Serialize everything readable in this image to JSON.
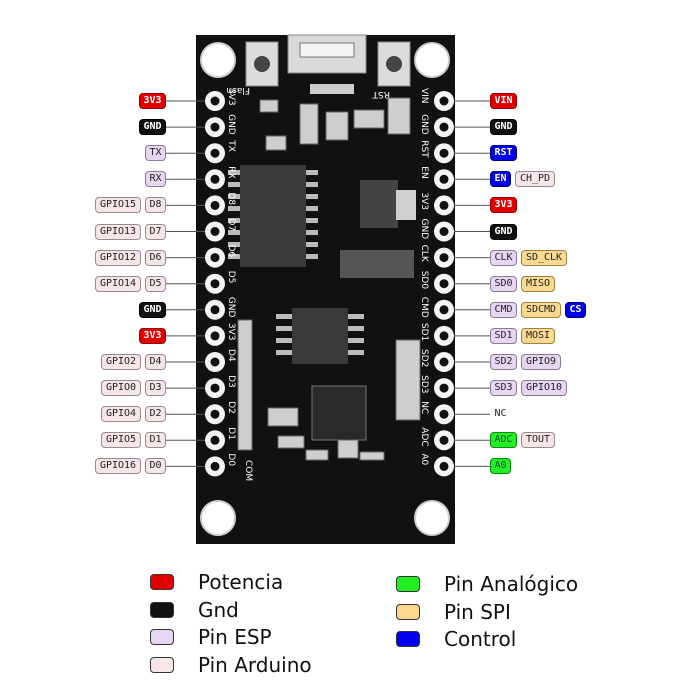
{
  "colors": {
    "potencia": "#e00000",
    "gnd": "#111111",
    "pin_esp": "#e6d6f2",
    "pin_arduino": "#f6e6e8",
    "pin_analogico": "#22ee22",
    "pin_spi": "#fbd98f",
    "control": "#0000ee",
    "board": "#111111"
  },
  "board": {
    "flash_label": "Flash",
    "rst_label": "RST",
    "com_label": "COM",
    "left_silk": [
      "3V3",
      "GND",
      "TX",
      "RX",
      "D8",
      "D7",
      "D6",
      "D5",
      "GND",
      "3V3",
      "D4",
      "D3",
      "D2",
      "D1",
      "D0"
    ],
    "right_silk": [
      "VIN",
      "GND",
      "RST",
      "EN",
      "3V3",
      "GND",
      "CLK",
      "SD0",
      "CMD",
      "SD1",
      "SD2",
      "SD3",
      "NC",
      "ADC",
      "A0"
    ]
  },
  "left_pins": [
    [
      {
        "text": "3V3",
        "kind": "red"
      }
    ],
    [
      {
        "text": "GND",
        "kind": "black"
      }
    ],
    [
      {
        "text": "TX",
        "kind": "esp"
      }
    ],
    [
      {
        "text": "RX",
        "kind": "esp"
      }
    ],
    [
      {
        "text": "GPIO15",
        "kind": "ard"
      },
      {
        "text": "D8",
        "kind": "ard"
      }
    ],
    [
      {
        "text": "GPIO13",
        "kind": "ard"
      },
      {
        "text": "D7",
        "kind": "ard"
      }
    ],
    [
      {
        "text": "GPIO12",
        "kind": "ard"
      },
      {
        "text": "D6",
        "kind": "ard"
      }
    ],
    [
      {
        "text": "GPIO14",
        "kind": "ard"
      },
      {
        "text": "D5",
        "kind": "ard"
      }
    ],
    [
      {
        "text": "GND",
        "kind": "black"
      }
    ],
    [
      {
        "text": "3V3",
        "kind": "red"
      }
    ],
    [
      {
        "text": "GPIO2",
        "kind": "ard"
      },
      {
        "text": "D4",
        "kind": "ard"
      }
    ],
    [
      {
        "text": "GPIO0",
        "kind": "ard"
      },
      {
        "text": "D3",
        "kind": "ard"
      }
    ],
    [
      {
        "text": "GPIO4",
        "kind": "ard"
      },
      {
        "text": "D2",
        "kind": "ard"
      }
    ],
    [
      {
        "text": "GPIO5",
        "kind": "ard"
      },
      {
        "text": "D1",
        "kind": "ard"
      }
    ],
    [
      {
        "text": "GPIO16",
        "kind": "ard"
      },
      {
        "text": "D0",
        "kind": "ard"
      }
    ]
  ],
  "right_pins": [
    [
      {
        "text": "VIN",
        "kind": "red"
      }
    ],
    [
      {
        "text": "GND",
        "kind": "black"
      }
    ],
    [
      {
        "text": "RST",
        "kind": "blue"
      }
    ],
    [
      {
        "text": "EN",
        "kind": "blue"
      },
      {
        "text": "CH_PD",
        "kind": "ard"
      }
    ],
    [
      {
        "text": "3V3",
        "kind": "red"
      }
    ],
    [
      {
        "text": "GND",
        "kind": "black"
      }
    ],
    [
      {
        "text": "CLK",
        "kind": "esp"
      },
      {
        "text": "SD_CLK",
        "kind": "spi"
      }
    ],
    [
      {
        "text": "SD0",
        "kind": "esp"
      },
      {
        "text": "MISO",
        "kind": "spi"
      }
    ],
    [
      {
        "text": "CMD",
        "kind": "esp"
      },
      {
        "text": "SDCMD",
        "kind": "spi"
      },
      {
        "text": "CS",
        "kind": "blue"
      }
    ],
    [
      {
        "text": "SD1",
        "kind": "esp"
      },
      {
        "text": "MOSI",
        "kind": "spi"
      }
    ],
    [
      {
        "text": "SD2",
        "kind": "esp"
      },
      {
        "text": "GPIO9",
        "kind": "esp"
      }
    ],
    [
      {
        "text": "SD3",
        "kind": "esp"
      },
      {
        "text": "GPIO10",
        "kind": "esp"
      }
    ],
    [
      {
        "text": "NC",
        "kind": "plain"
      }
    ],
    [
      {
        "text": "ADC",
        "kind": "green"
      },
      {
        "text": "TOUT",
        "kind": "ard"
      }
    ],
    [
      {
        "text": "A0",
        "kind": "green"
      }
    ]
  ],
  "legend": [
    {
      "label": "Potencia",
      "color": "#e00000"
    },
    {
      "label": "Gnd",
      "color": "#111111"
    },
    {
      "label": "Pin ESP",
      "color": "#e6d6f2"
    },
    {
      "label": "Pin Arduino",
      "color": "#f6e6e8"
    },
    {
      "label": "Pin Analógico",
      "color": "#22ee22"
    },
    {
      "label": "Pin SPI",
      "color": "#fbd98f"
    },
    {
      "label": "Control",
      "color": "#0000ee"
    }
  ]
}
